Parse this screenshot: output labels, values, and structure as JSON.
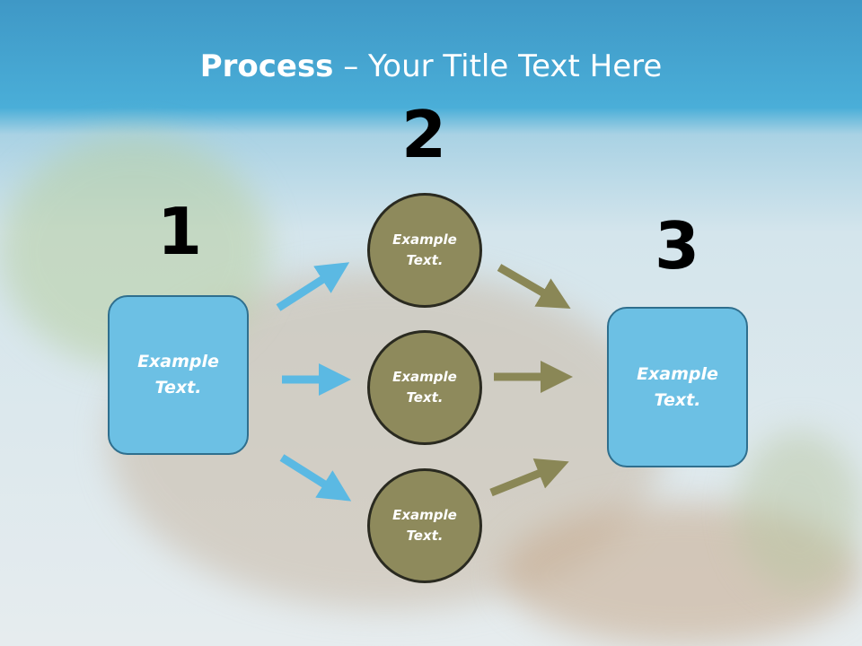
{
  "slide": {
    "title_bold": "Process",
    "title_rest": " – Your Title Text Here"
  },
  "steps": [
    {
      "number": "1",
      "label": "Example Text."
    },
    {
      "number": "2",
      "items": [
        "Example Text.",
        "Example Text.",
        "Example Text."
      ]
    },
    {
      "number": "3",
      "label": "Example Text."
    }
  ],
  "colors": {
    "header": "#4aaed8",
    "box_fill": "#6cc0e4",
    "circle_fill": "#8e8a5c",
    "arrow_blue": "#5bb9e3",
    "arrow_olive": "#8a8756"
  }
}
